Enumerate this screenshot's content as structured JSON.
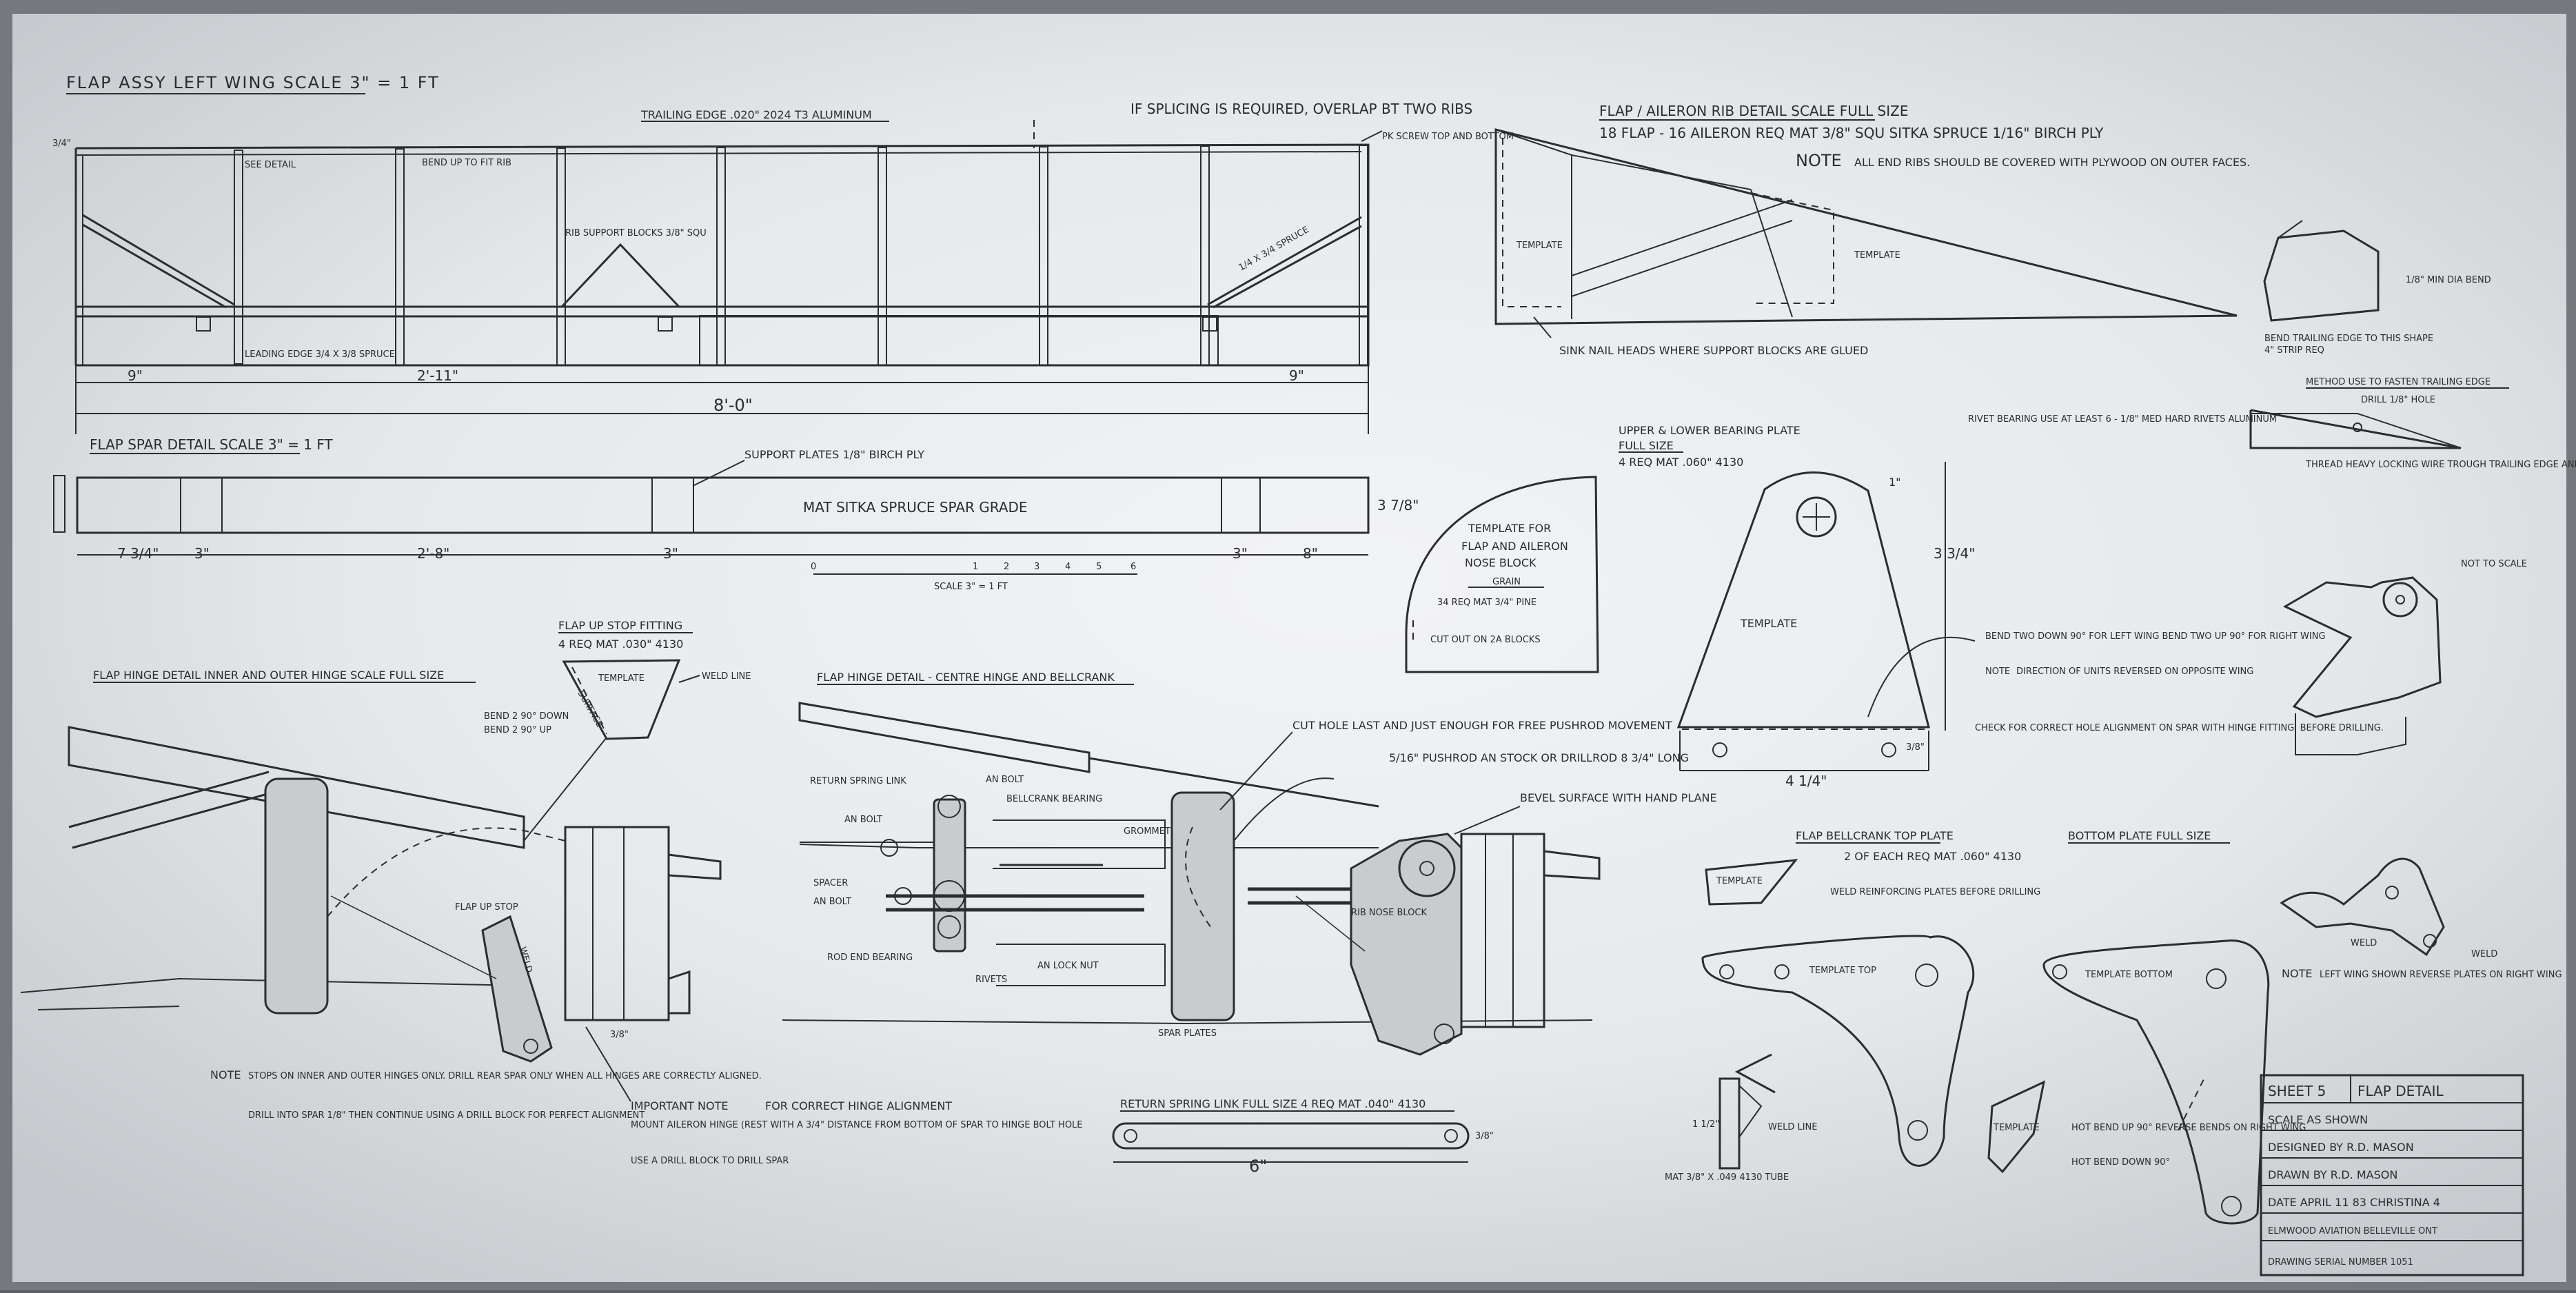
{
  "wing_assembly": {
    "title": "FLAP ASSY LEFT WING    SCALE 3\" = 1 ft",
    "trailing_edge": "TRAILING EDGE .020\" 2024 T3 ALUMINUM",
    "splicing_note": "IF SPLICING IS REQUIRED, OVERLAP BT TWO RIBS",
    "pk_screw": "PK SCREW TOP AND BOTTOM",
    "see_detail": "SEE DETAIL",
    "bend_up": "BEND UP TO FIT RIB",
    "rib_support": "RIB SUPPORT BLOCKS 3/8\" SQU",
    "spruce_diag": "1/4 x 3/4 SPRUCE",
    "leading_edge": "LEADING EDGE 3/4 x 3/8 SPRUCE",
    "dim_left": "9\"",
    "dim_mid": "2'-11\"",
    "dim_right": "9\"",
    "dim_total": "8'-0\"",
    "dim_height": "3/4\""
  },
  "spar_detail": {
    "title": "FLAP SPAR DETAIL   SCALE 3\" = 1 ft",
    "support_plates": "SUPPORT PLATES 1/8\" BIRCH PLY",
    "material": "MAT  SITKA SPRUCE  SPAR GRADE",
    "dims": [
      "7 3/4\"",
      "3\"",
      "2'-8\"",
      "3\"",
      "3\"",
      "8\""
    ],
    "height": "3 7/8\"",
    "scale_ticks": [
      "0",
      "1",
      "2",
      "3",
      "4",
      "5",
      "6"
    ],
    "scale_label": "SCALE 3\" = 1 ft"
  },
  "rib_detail": {
    "title": "FLAP / AILERON RIB DETAIL   SCALE FULL SIZE",
    "req": "18 FLAP - 16 AILERON REQ  MAT 3/8\" SQU SITKA SPRUCE 1/16\" BIRCH PLY",
    "note_label": "NOTE",
    "note_text": "ALL END RIBS SHOULD BE COVERED WITH PLYWOOD ON OUTER FACES.",
    "template_left": "TEMPLATE",
    "template_right": "TEMPLATE",
    "sink_nail": "SINK NAIL HEADS WHERE SUPPORT BLOCKS ARE GLUED"
  },
  "trailing_bend": {
    "min_bend": "1/8\" MIN DIA BEND",
    "bend_text": "BEND TRAILING EDGE TO THIS SHAPE",
    "strip": "4\" STRIP REQ",
    "method_title": "METHOD USE TO FASTEN TRAILING EDGE",
    "drill": "DRILL 1/8\" HOLE",
    "thread_wire": "THREAD HEAVY LOCKING WIRE TROUGH TRAILING EDGE AND RIB PULL TIGHT AND TWIST"
  },
  "nose_block": {
    "line1": "TEMPLATE FOR",
    "line2": "FLAP AND AILERON",
    "line3": "NOSE BLOCK",
    "grain": "GRAIN",
    "req": "34 REQ  MAT 3/4\" PINE",
    "cut_out": "CUT OUT ON 2A BLOCKS"
  },
  "bearing_plate": {
    "title": "UPPER & LOWER BEARING PLATE",
    "scale": "FULL SIZE",
    "req": "4 REQ MAT .060\" 4130",
    "template": "TEMPLATE",
    "rivet": "RIVET BEARING USE AT LEAST 6 - 1/8\" MED HARD RIVETS ALUMINUM",
    "bend": "BEND TWO DOWN 90° FOR LEFT WING BEND TWO UP 90° FOR RIGHT WING",
    "note_label": "NOTE",
    "note_text": "DIRECTION OF UNITS REVERSED ON OPPOSITE WING",
    "check": "CHECK FOR CORRECT HOLE ALIGNMENT ON SPAR WITH HINGE FITTING. BEFORE DRILLING.",
    "dim_top": "1\"",
    "dim_height": "3 3/4\"",
    "dim_width": "4 1/4\"",
    "dim_small": "3/8\""
  },
  "perspective": {
    "not_to_scale": "NOT TO SCALE",
    "weld": "WELD",
    "weld2": "WELD",
    "note_label": "NOTE",
    "note_text": "LEFT WING SHOWN REVERSE PLATES ON RIGHT WING"
  },
  "upstop": {
    "title": "FLAP UP STOP FITTING",
    "req": "4 REQ  MAT .030\" 4130",
    "template": "TEMPLATE",
    "weld_line": "WELD LINE",
    "bend_down": "BEND 2 90° DOWN",
    "bend_up": "BEND 2 90° UP",
    "surface": "SURFACE"
  },
  "hinge_outer": {
    "title": "FLAP HINGE DETAIL  INNER AND OUTER HINGE   SCALE  FULL SIZE",
    "up_stop": "FLAP UP STOP",
    "weld": "WELD",
    "dim": "3/8\""
  },
  "notes_bottom": {
    "note_label": "NOTE",
    "note_text": "STOPS ON INNER AND OUTER HINGES ONLY. DRILL REAR SPAR ONLY WHEN ALL HINGES ARE CORRECTLY ALIGNED.",
    "drill_text": "DRILL INTO SPAR 1/8\" THEN CONTINUE USING A DRILL BLOCK FOR PERFECT ALIGNMENT",
    "important_label": "IMPORTANT NOTE",
    "important_text": "FOR CORRECT HINGE ALIGNMENT",
    "mount_text": "MOUNT AILERON HINGE  (REST WITH A 3/4\" DISTANCE FROM BOTTOM OF SPAR TO HINGE BOLT HOLE",
    "drill_block": "USE A DRILL BLOCK TO DRILL SPAR"
  },
  "centre_hinge": {
    "title": "FLAP HINGE DETAIL - CENTRE HINGE AND BELLCRANK",
    "cut_hole": "CUT HOLE LAST AND JUST ENOUGH FOR FREE PUSHROD MOVEMENT",
    "pushrod": "5/16\" PUSHROD AN STOCK OR DRILLROD 8 3/4\" LONG",
    "bevel": "BEVEL SURFACE WITH HAND PLANE",
    "return_link": "RETURN SPRING LINK",
    "an_bolt_a": "AN BOLT",
    "an_bolt_b": "AN BOLT",
    "bellcrank_bearing": "BELLCRANK BEARING",
    "spacer": "SPACER",
    "an_bolt_c": "AN BOLT",
    "rod_end": "ROD END BEARING",
    "lock_nut": "AN LOCK NUT",
    "rivets": "RIVETS",
    "rib_nose_block": "RIB NOSE BLOCK",
    "spar_plates": "SPAR PLATES",
    "grommet": "GROMMET"
  },
  "spring_link": {
    "title": "RETURN SPRING LINK   FULL SIZE   4 REQ  MAT .040\" 4130",
    "dim": "6\"",
    "dim_h": "3/8\""
  },
  "bellcrank": {
    "title": "FLAP BELLCRANK TOP PLATE",
    "req": "2 OF EACH REQ  MAT .060\" 4130",
    "template": "TEMPLATE",
    "weld_plates": "WELD REINFORCING PLATES BEFORE DRILLING",
    "template_top": "TEMPLATE TOP",
    "weld_line": "WELD LINE",
    "template_small": "TEMPLATE",
    "mat_tube": "MAT 3/8\" X .049 4130 TUBE",
    "dim_h": "1 1/2\""
  },
  "bottom_plate": {
    "title": "BOTTOM PLATE  FULL SIZE",
    "template": "TEMPLATE BOTTOM",
    "hot_bend_up": "HOT BEND UP 90° REVERSE BENDS ON RIGHT WING",
    "hot_bend_down": "HOT BEND DOWN 90°"
  },
  "title_block": {
    "sheet": "SHEET 5",
    "name": "FLAP DETAIL",
    "scale": "SCALE  AS SHOWN",
    "designed": "DESIGNED BY   R.D. MASON",
    "drawn": "DRAWN BY   R.D. MASON",
    "date": "DATE  APRIL 11  83  CHRISTINA 4",
    "company": "ELMWOOD AVIATION  BELLEVILLE  ONT",
    "drawing_no": "DRAWING SERIAL NUMBER 1051"
  }
}
